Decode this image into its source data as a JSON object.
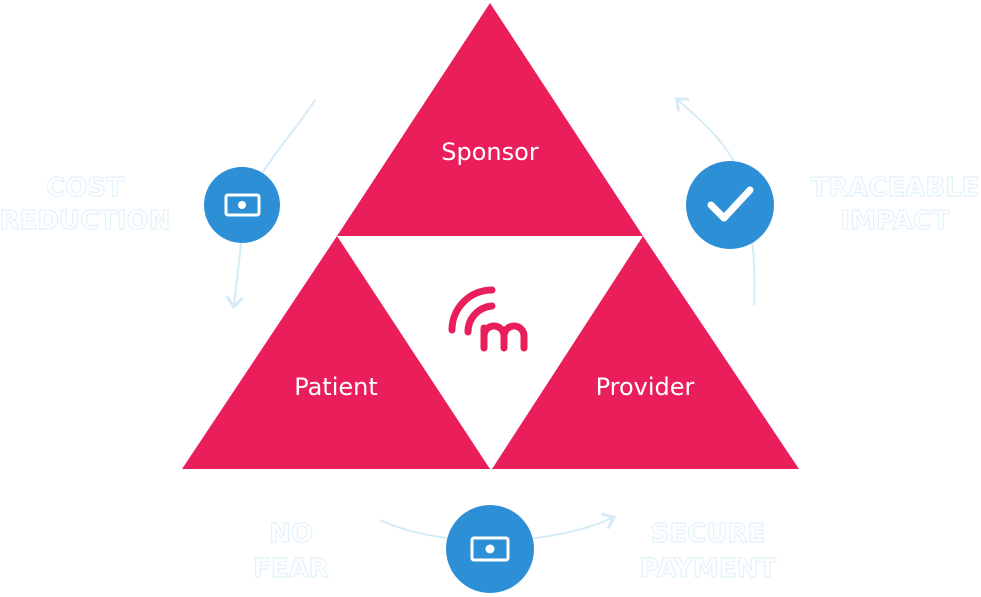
{
  "colors": {
    "triangle": "#E91E5A",
    "circle": "#2D8FD5",
    "arrow": "#D5ECF7",
    "outline_text": "#D9EEF8",
    "background": "#FFFFFF"
  },
  "triangles": {
    "top": {
      "label": "Sponsor"
    },
    "left": {
      "label": "Patient"
    },
    "right": {
      "label": "Provider"
    }
  },
  "center_logo": {
    "icon": "m-signal-logo-icon"
  },
  "benefits": {
    "left": {
      "line1": "COST",
      "line2": "REDUCTION",
      "icon": "money-bill-icon"
    },
    "right": {
      "line1": "TRACEABLE",
      "line2": "IMPACT",
      "icon": "checkmark-icon"
    },
    "bottom_left": {
      "line1": "NO",
      "line2": "FEAR"
    },
    "bottom_right": {
      "line1": "SECURE",
      "line2": "PAYMENT"
    },
    "bottom": {
      "icon": "money-bill-icon"
    }
  }
}
